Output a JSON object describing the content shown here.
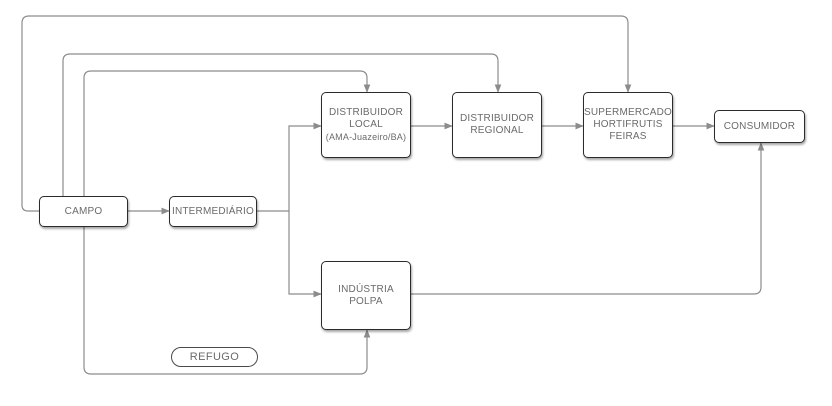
{
  "nodes": {
    "campo": {
      "lines": [
        "CAMPO"
      ]
    },
    "intermediario": {
      "lines": [
        "INTERMEDIÁRIO"
      ]
    },
    "distribuidor_local": {
      "lines": [
        "DISTRIBUIDOR",
        "LOCAL",
        "(AMA-Juazeiro/BA)"
      ]
    },
    "distribuidor_regional": {
      "lines": [
        "DISTRIBUIDOR",
        "REGIONAL"
      ]
    },
    "supermercado": {
      "lines": [
        "SUPERMERCADO",
        "HORTIFRUTIS",
        "FEIRAS"
      ]
    },
    "consumidor": {
      "lines": [
        "CONSUMIDOR"
      ]
    },
    "industria": {
      "lines": [
        "INDÚSTRIA",
        "POLPA"
      ]
    },
    "refugo": {
      "label": "REFUGO"
    }
  },
  "colors": {
    "line": "#8c8c8c",
    "box_border": "#2b2b2b",
    "text": "#6a6a6a"
  }
}
